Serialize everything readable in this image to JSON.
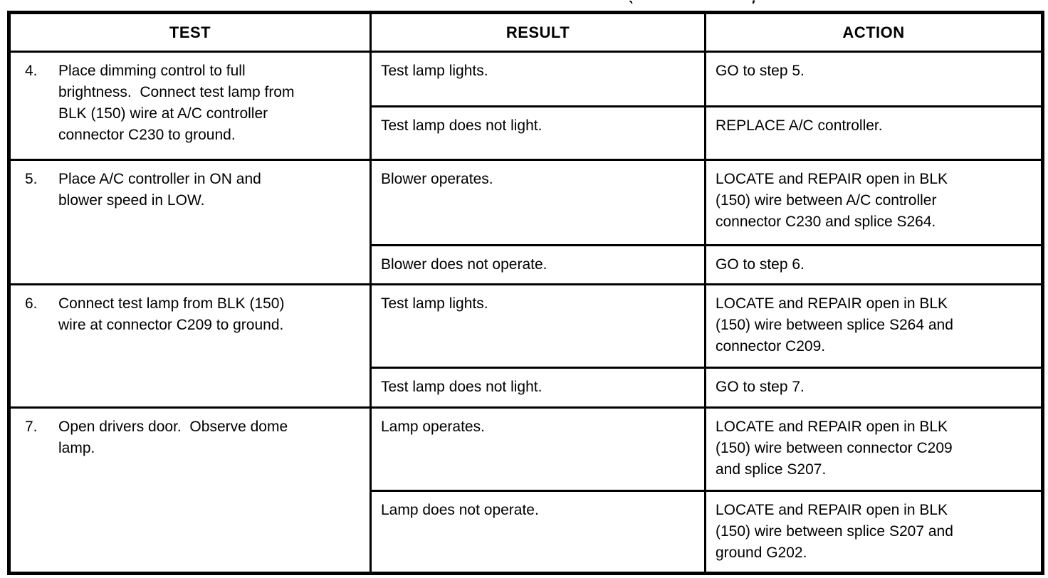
{
  "page": {
    "background": "#ffffff",
    "ink": "#000000"
  },
  "artifacts": [
    "‵",
    "′"
  ],
  "table": {
    "headers": [
      "TEST",
      "RESULT",
      "ACTION"
    ],
    "steps": [
      {
        "number": "4.",
        "test": "Place dimming control to full\nbrightness.  Connect test lamp from\nBLK (150) wire at A/C controller\nconnector C230 to ground.",
        "outcomes": [
          {
            "result": "Test lamp lights.",
            "action": "GO to step 5."
          },
          {
            "result": "Test lamp does not light.",
            "action": "REPLACE A/C controller."
          }
        ]
      },
      {
        "number": "5.",
        "test": "Place A/C controller in ON and\nblower speed in LOW.",
        "outcomes": [
          {
            "result": "Blower operates.",
            "action": "LOCATE and REPAIR open in BLK\n(150) wire between A/C controller\nconnector C230 and splice S264."
          },
          {
            "result": "Blower does not operate.",
            "action": "GO to step 6."
          }
        ]
      },
      {
        "number": "6.",
        "test": "Connect test lamp from BLK (150)\nwire at connector C209 to ground.",
        "outcomes": [
          {
            "result": "Test lamp lights.",
            "action": "LOCATE and REPAIR open in BLK\n(150) wire between splice S264 and\nconnector C209."
          },
          {
            "result": "Test lamp does not light.",
            "action": "GO to step 7."
          }
        ]
      },
      {
        "number": "7.",
        "test": "Open drivers door.  Observe dome\nlamp.",
        "outcomes": [
          {
            "result": "Lamp operates.",
            "action": "LOCATE and REPAIR open in BLK\n(150) wire between connector C209\nand splice S207."
          },
          {
            "result": "Lamp does not operate.",
            "action": "LOCATE and REPAIR open in BLK\n(150) wire between splice S207 and\nground G202."
          }
        ]
      }
    ]
  }
}
